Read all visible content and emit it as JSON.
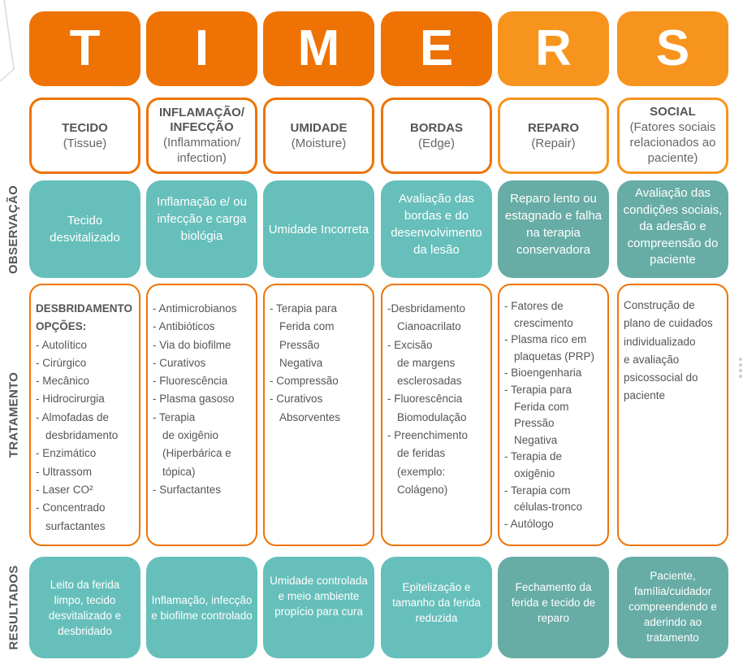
{
  "title_letters": [
    {
      "letter": "T",
      "color": "#ee7304"
    },
    {
      "letter": "I",
      "color": "#ee7304"
    },
    {
      "letter": "M",
      "color": "#ee7304"
    },
    {
      "letter": "E",
      "color": "#ee7304"
    },
    {
      "letter": "R",
      "color": "#f7941d"
    },
    {
      "letter": "S",
      "color": "#f7941d"
    }
  ],
  "headers": [
    {
      "title": "TECIDO",
      "subtitle": "(Tissue)"
    },
    {
      "title": "INFLAMAÇÃO/ INFECÇÃO",
      "subtitle": "(Inflammation/ infection)"
    },
    {
      "title": "UMIDADE",
      "subtitle": "(Moisture)"
    },
    {
      "title": "BORDAS",
      "subtitle": "(Edge)"
    },
    {
      "title": "REPARO",
      "subtitle": "(Repair)"
    },
    {
      "title": "SOCIAL",
      "subtitle": "(Fatores sociais relacionados ao paciente)"
    }
  ],
  "row_labels": {
    "observacao": "OBSERVAÇÃO",
    "tratamento": "TRATAMENTO",
    "resultados": "RESULTADOS"
  },
  "observacao": [
    "Tecido desvitalizado",
    "Inflamação e/ ou infecção e carga biológia",
    "Umidade Incorreta",
    "Avaliação das bordas e do desenvolvimento da lesão",
    "Reparo lento ou estagnado e falha na terapia conservadora",
    "Avaliação das condições sociais, da adesão e compreensão do paciente"
  ],
  "tratamento": [
    {
      "lines": [
        {
          "text": "DESBRIDAMENTO",
          "style": "bold"
        },
        {
          "text": "OPÇÕES:",
          "style": "bold"
        },
        {
          "text": "- Autolítico"
        },
        {
          "text": "- Cirúrgico"
        },
        {
          "text": "- Mecânico"
        },
        {
          "text": "- Hidrocirurgia"
        },
        {
          "text": "- Almofadas de"
        },
        {
          "text": "desbridamento",
          "style": "indent"
        },
        {
          "text": "- Enzimático"
        },
        {
          "text": "- Ultrassom"
        },
        {
          "text": "- Laser CO²"
        },
        {
          "text": "- Concentrado"
        },
        {
          "text": "surfactantes",
          "style": "indent"
        }
      ]
    },
    {
      "lines": [
        {
          "text": "- Antimicrobianos"
        },
        {
          "text": "- Antibióticos"
        },
        {
          "text": "- Via do biofilme"
        },
        {
          "text": "- Curativos"
        },
        {
          "text": "- Fluorescência"
        },
        {
          "text": "- Plasma gasoso"
        },
        {
          "text": "- Terapia"
        },
        {
          "text": "de oxigênio",
          "style": "indent"
        },
        {
          "text": "(Hiperbárica e",
          "style": "indent"
        },
        {
          "text": "tópica)",
          "style": "indent"
        },
        {
          "text": "- Surfactantes"
        }
      ]
    },
    {
      "lines": [
        {
          "text": "- Terapia para"
        },
        {
          "text": "Ferida com",
          "style": "indent"
        },
        {
          "text": "Pressão",
          "style": "indent"
        },
        {
          "text": "Negativa",
          "style": "indent"
        },
        {
          "text": "- Compressão"
        },
        {
          "text": "- Curativos"
        },
        {
          "text": "Absorventes",
          "style": "indent"
        }
      ]
    },
    {
      "lines": [
        {
          "text": "-Desbridamento"
        },
        {
          "text": "Cianoacrilato",
          "style": "indent"
        },
        {
          "text": "- Excisão"
        },
        {
          "text": "de margens",
          "style": "indent"
        },
        {
          "text": "esclerosadas",
          "style": "indent"
        },
        {
          "text": "- Fluorescência"
        },
        {
          "text": "Biomodulação",
          "style": "indent"
        },
        {
          "text": "- Preenchimento"
        },
        {
          "text": "de feridas",
          "style": "indent"
        },
        {
          "text": "(exemplo:",
          "style": "indent"
        },
        {
          "text": "Colágeno)",
          "style": "indent"
        }
      ]
    },
    {
      "lines": [
        {
          "text": "- Fatores de"
        },
        {
          "text": "crescimento",
          "style": "indent"
        },
        {
          "text": "- Plasma rico em"
        },
        {
          "text": "plaquetas (PRP)",
          "style": "indent"
        },
        {
          "text": "- Bioengenharia"
        },
        {
          "text": "- Terapia para"
        },
        {
          "text": "Ferida com",
          "style": "indent"
        },
        {
          "text": "Pressão",
          "style": "indent"
        },
        {
          "text": "Negativa",
          "style": "indent"
        },
        {
          "text": "- Terapia de"
        },
        {
          "text": "oxigênio",
          "style": "indent"
        },
        {
          "text": "- Terapia com"
        },
        {
          "text": "células-tronco",
          "style": "indent"
        },
        {
          "text": "- Autólogo"
        }
      ]
    },
    {
      "lines": [
        {
          "text": "Construção de"
        },
        {
          "text": "plano de cuidados"
        },
        {
          "text": "individualizado"
        },
        {
          "text": "e avaliação"
        },
        {
          "text": "psicossocial do"
        },
        {
          "text": "paciente"
        }
      ]
    }
  ],
  "resultados": [
    "Leito da ferida limpo, tecido desvitalizado e desbridado",
    "Inflamação, infecção e biofilme controlado",
    "Umidade controlada e meio ambiente propício para cura",
    "Epitelização e tamanho da ferida reduzida",
    "Fechamento da ferida e tecido de reparo",
    "Paciente, família/cuidador compreendendo e aderindo ao tratamento"
  ],
  "colors": {
    "orange_dark": "#ee7304",
    "orange_light": "#f7941d",
    "teal": "#66bfbb",
    "teal_dark": "#67aca5",
    "text": "#555555"
  }
}
